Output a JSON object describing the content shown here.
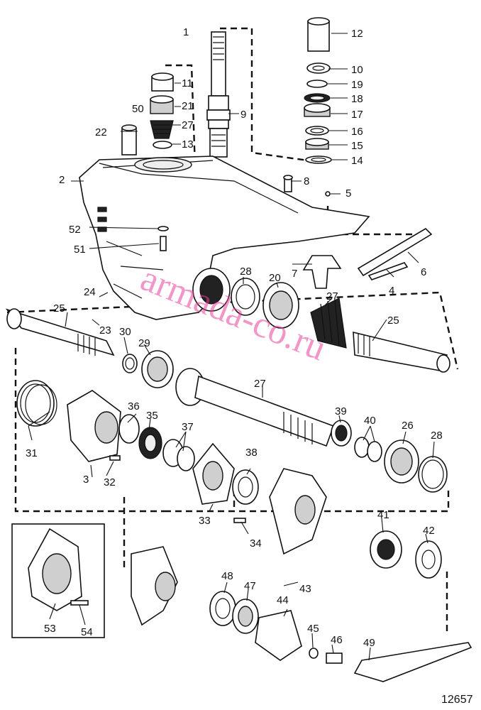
{
  "watermark": "armada-co.ru",
  "catalog_number": "12657",
  "labels": [
    "1",
    "2",
    "3",
    "4",
    "5",
    "6",
    "7",
    "8",
    "9",
    "10",
    "11",
    "12",
    "13",
    "14",
    "15",
    "16",
    "17",
    "18",
    "19",
    "20",
    "21",
    "22",
    "23",
    "24",
    "25",
    "25",
    "26",
    "27",
    "27",
    "27",
    "28",
    "28",
    "29",
    "30",
    "31",
    "32",
    "33",
    "34",
    "35",
    "36",
    "37",
    "38",
    "39",
    "40",
    "41",
    "42",
    "43",
    "44",
    "45",
    "46",
    "47",
    "48",
    "49",
    "50",
    "51",
    "52",
    "53",
    "54"
  ],
  "colors": {
    "ink": "#111111",
    "watermark": "#e83f9a",
    "background": "#ffffff"
  }
}
